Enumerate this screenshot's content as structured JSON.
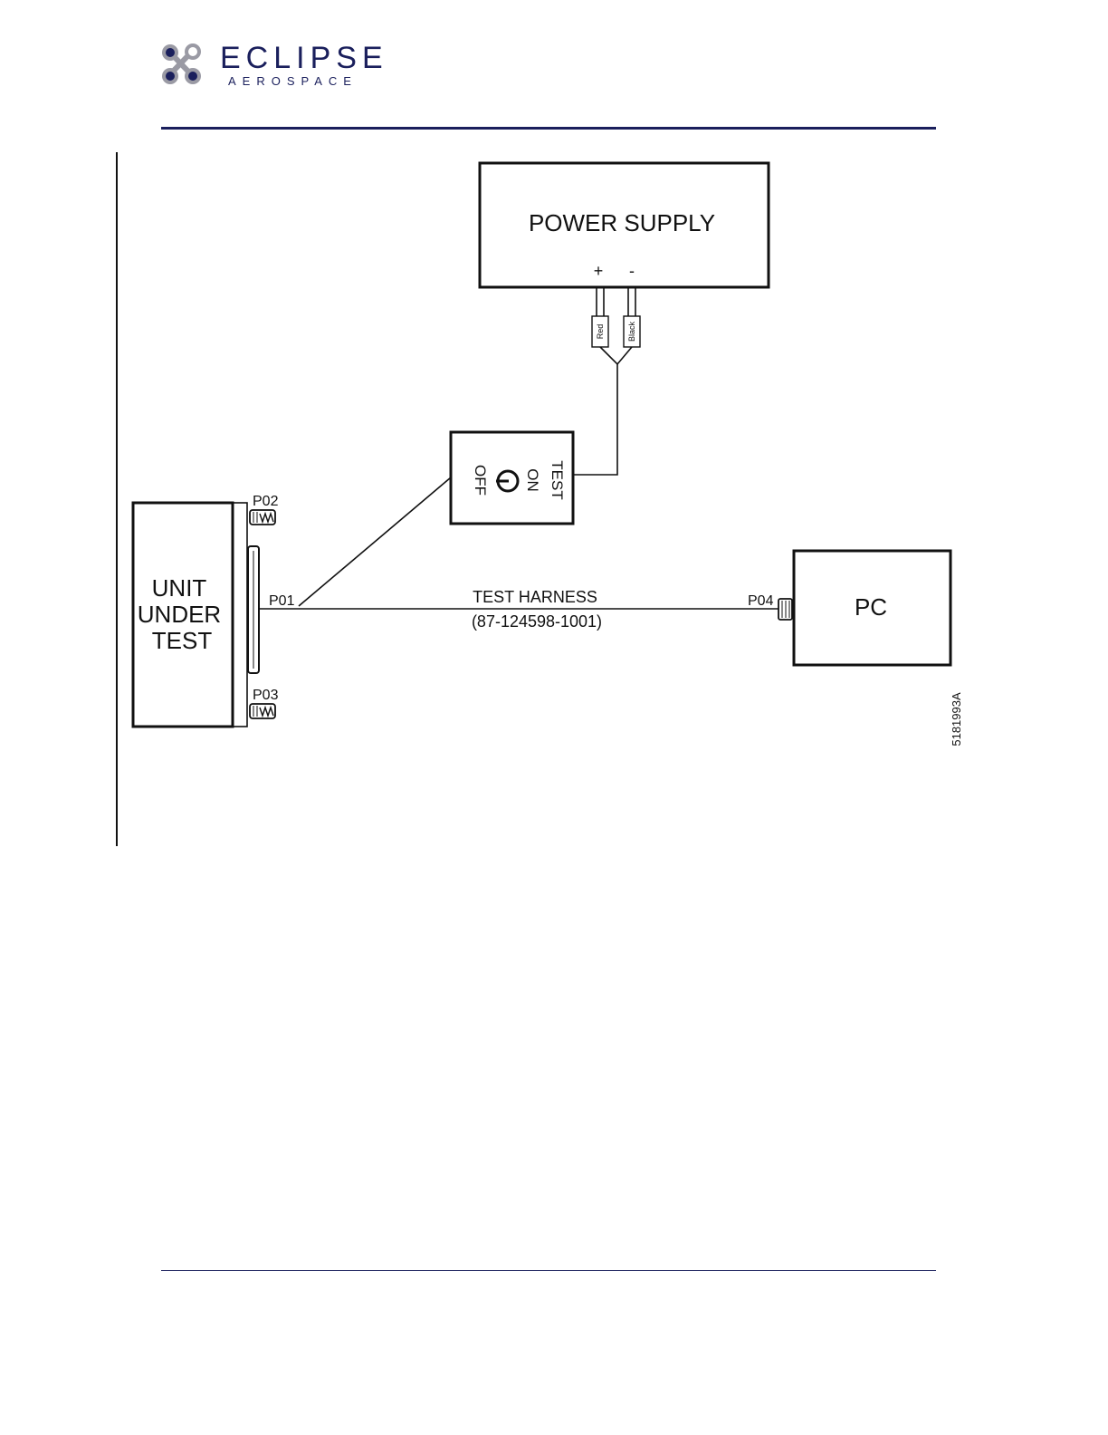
{
  "header": {
    "brand_name": "ECLIPSE",
    "brand_sub": "AEROSPACE",
    "colors": {
      "brand": "#1a1f5c",
      "logo_gray": "#9a9aa4"
    }
  },
  "diagram": {
    "power_supply": {
      "label": "POWER SUPPLY",
      "plus": "+",
      "minus": "-"
    },
    "wires": {
      "red": "Red",
      "black": "Black"
    },
    "switch": {
      "test": "TEST",
      "on": "ON",
      "off": "OFF"
    },
    "uut": {
      "line1": "UNIT",
      "line2": "UNDER",
      "line3": "TEST"
    },
    "connectors": {
      "p01": "P01",
      "p02": "P02",
      "p03": "P03",
      "p04": "P04"
    },
    "harness": {
      "label": "TEST HARNESS",
      "part_number": "(87-124598-1001)"
    },
    "pc": {
      "label": "PC"
    },
    "figure_id": "5181993A"
  }
}
